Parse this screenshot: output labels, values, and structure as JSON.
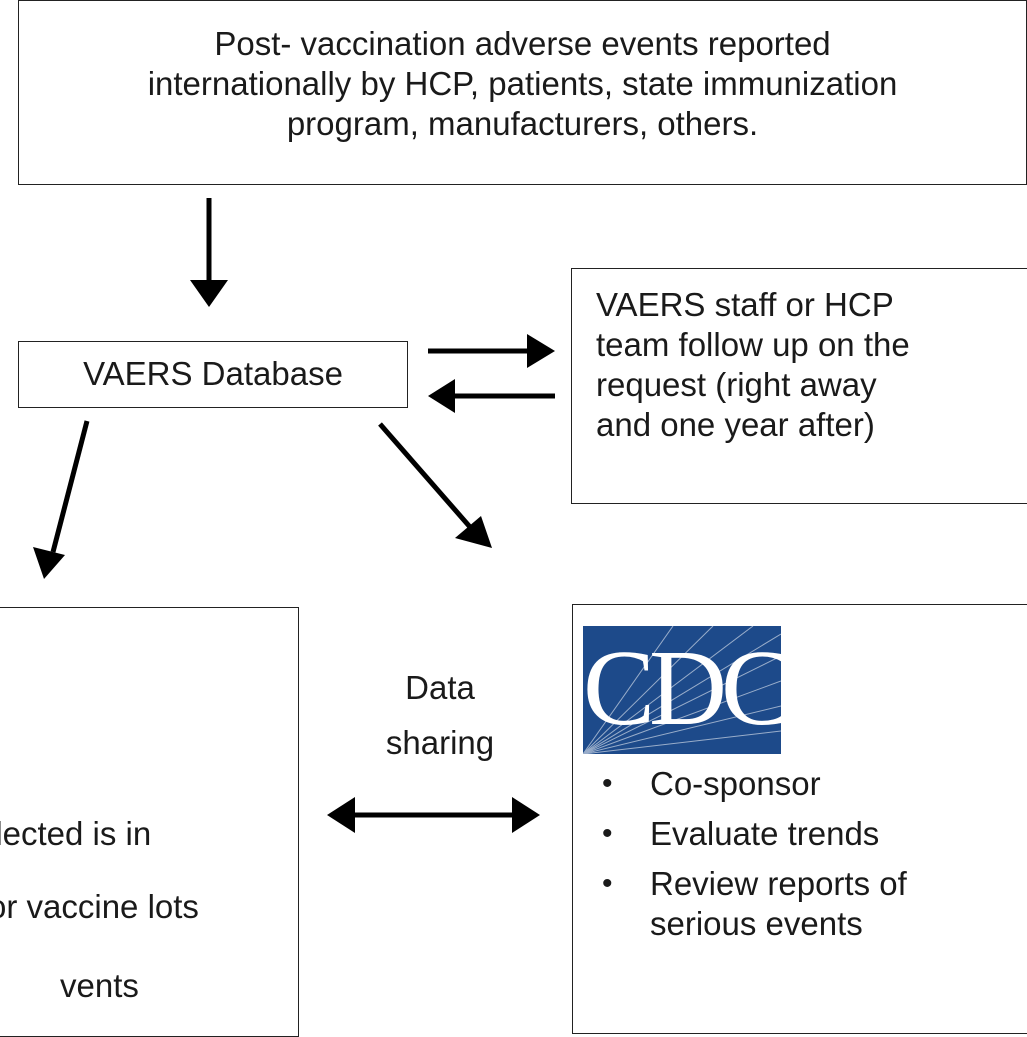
{
  "top_box": {
    "lines": [
      "Post- vaccination adverse events reported",
      "internationally by HCP, patients, state immunization",
      "program, manufacturers, others."
    ]
  },
  "vaers_box": {
    "label": "VAERS Database"
  },
  "follow_up_box": {
    "lines": [
      "VAERS staff or HCP",
      "team follow up on the",
      "request (right away",
      "and one year after)"
    ]
  },
  "fda_box": {
    "lines": [
      "llected is in",
      "or vaccine lots",
      "vents"
    ]
  },
  "data_sharing": {
    "lines": [
      "Data",
      "sharing"
    ]
  },
  "cdc_box": {
    "logo_text": "CDC",
    "bullet_symbol": "•",
    "bullets": [
      "Co-sponsor",
      "Evaluate trends",
      "Review reports of serious events"
    ]
  },
  "colors": {
    "cdc_blue": "#1d4a8a",
    "stroke": "#000000"
  }
}
